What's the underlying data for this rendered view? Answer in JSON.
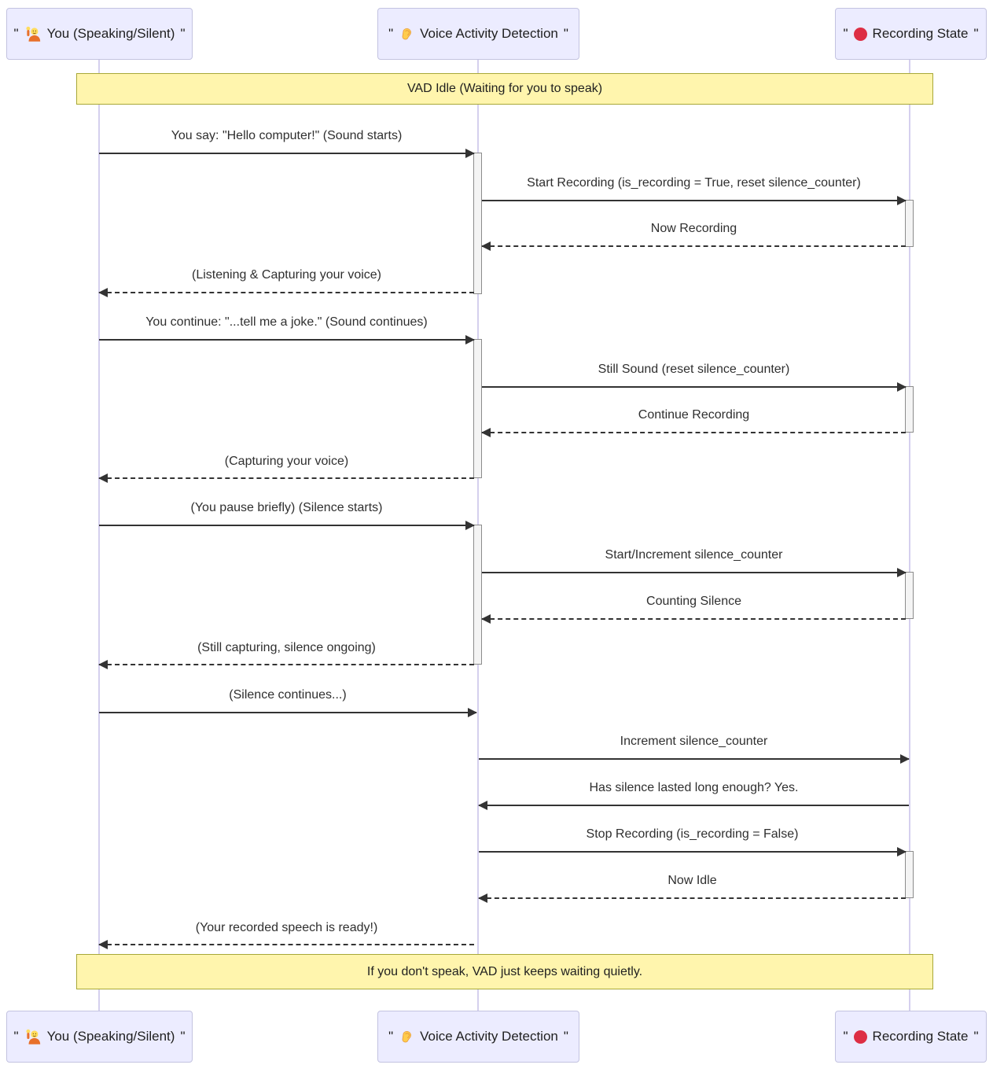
{
  "diagram_type": "sequence-diagram",
  "participants": [
    {
      "id": "you",
      "quote_open": "\"",
      "label": "You (Speaking/Silent)",
      "quote_close": "\"",
      "icon": "person-raising-hand-icon"
    },
    {
      "id": "vad",
      "quote_open": "\"",
      "label": "Voice Activity Detection",
      "quote_close": "\"",
      "icon": "ear-icon"
    },
    {
      "id": "recording",
      "quote_open": "\"",
      "label": "Recording State",
      "quote_close": "\"",
      "icon": "red-circle-icon"
    }
  ],
  "notes": {
    "top": "VAD Idle (Waiting for you to speak)",
    "bottom": "If you don't speak, VAD just keeps waiting quietly."
  },
  "messages": [
    {
      "from": "you",
      "to": "vad",
      "style": "solid",
      "text": "You say: \"Hello computer!\" (Sound starts)"
    },
    {
      "from": "vad",
      "to": "recording",
      "style": "solid",
      "text": "Start Recording (is_recording = True, reset silence_counter)"
    },
    {
      "from": "recording",
      "to": "vad",
      "style": "dashed",
      "text": "Now Recording"
    },
    {
      "from": "vad",
      "to": "you",
      "style": "dashed",
      "text": "(Listening & Capturing your voice)"
    },
    {
      "from": "you",
      "to": "vad",
      "style": "solid",
      "text": "You continue: \"...tell me a joke.\" (Sound continues)"
    },
    {
      "from": "vad",
      "to": "recording",
      "style": "solid",
      "text": "Still Sound (reset silence_counter)"
    },
    {
      "from": "recording",
      "to": "vad",
      "style": "dashed",
      "text": "Continue Recording"
    },
    {
      "from": "vad",
      "to": "you",
      "style": "dashed",
      "text": "(Capturing your voice)"
    },
    {
      "from": "you",
      "to": "vad",
      "style": "solid",
      "text": "(You pause briefly) (Silence starts)"
    },
    {
      "from": "vad",
      "to": "recording",
      "style": "solid",
      "text": "Start/Increment silence_counter"
    },
    {
      "from": "recording",
      "to": "vad",
      "style": "dashed",
      "text": "Counting Silence"
    },
    {
      "from": "vad",
      "to": "you",
      "style": "dashed",
      "text": "(Still capturing, silence ongoing)"
    },
    {
      "from": "you",
      "to": "vad",
      "style": "solid",
      "text": "(Silence continues...)"
    },
    {
      "from": "vad",
      "to": "recording",
      "style": "solid",
      "text": "Increment silence_counter"
    },
    {
      "from": "recording",
      "to": "vad",
      "style": "solid",
      "text": "Has silence lasted long enough? Yes."
    },
    {
      "from": "vad",
      "to": "recording",
      "style": "solid",
      "text": "Stop Recording (is_recording = False)"
    },
    {
      "from": "recording",
      "to": "vad",
      "style": "dashed",
      "text": "Now Idle"
    },
    {
      "from": "vad",
      "to": "you",
      "style": "dashed",
      "text": "(Your recorded speech is ready!)"
    }
  ],
  "colors": {
    "participant_fill": "#ECECFF",
    "participant_border": "#C3C3E0",
    "lifeline": "#D5D0EE",
    "note_fill": "#FFF5AD",
    "note_border": "#A8A838",
    "activation_fill": "#F4F4F4",
    "arrow": "#333333",
    "red_circle": "#DD2E44",
    "skin_yellow": "#FFDC5D",
    "sleeve_orange": "#E8702A",
    "ear_yellow": "#FFCC4D"
  }
}
